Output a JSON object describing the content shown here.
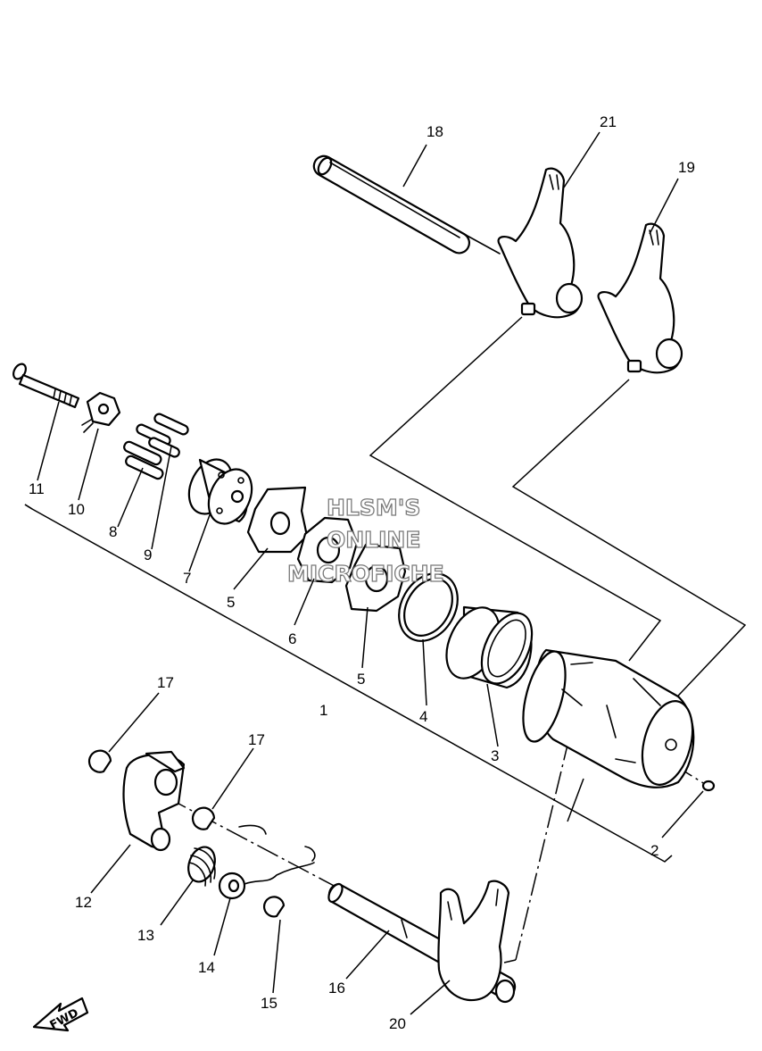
{
  "watermark": [
    "HLSM'S",
    "ONLINE",
    "MICROFICHE"
  ],
  "fwd_label": "FWD",
  "callouts": [
    {
      "id": "c18",
      "text": "18"
    },
    {
      "id": "c21",
      "text": "21"
    },
    {
      "id": "c19",
      "text": "19"
    },
    {
      "id": "c11",
      "text": "11"
    },
    {
      "id": "c10",
      "text": "10"
    },
    {
      "id": "c8",
      "text": "8"
    },
    {
      "id": "c9",
      "text": "9"
    },
    {
      "id": "c7",
      "text": "7"
    },
    {
      "id": "c5a",
      "text": "5"
    },
    {
      "id": "c6",
      "text": "6"
    },
    {
      "id": "c5b",
      "text": "5"
    },
    {
      "id": "c1",
      "text": "1"
    },
    {
      "id": "c4",
      "text": "4"
    },
    {
      "id": "c3",
      "text": "3"
    },
    {
      "id": "c2",
      "text": "2"
    },
    {
      "id": "c17a",
      "text": "17"
    },
    {
      "id": "c17b",
      "text": "17"
    },
    {
      "id": "c12",
      "text": "12"
    },
    {
      "id": "c13",
      "text": "13"
    },
    {
      "id": "c14",
      "text": "14"
    },
    {
      "id": "c15",
      "text": "15"
    },
    {
      "id": "c16",
      "text": "16"
    },
    {
      "id": "c20",
      "text": "20"
    }
  ]
}
